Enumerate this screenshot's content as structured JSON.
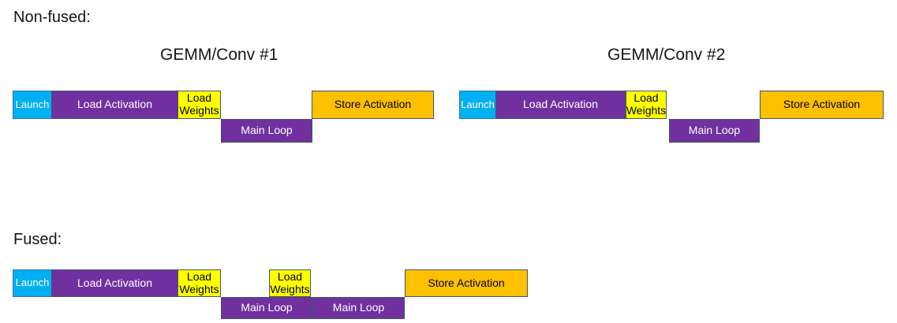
{
  "sections": {
    "nonfused": {
      "title": "Non-fused:"
    },
    "fused": {
      "title": "Fused:"
    }
  },
  "headings": {
    "gemm1": "GEMM/Conv #1",
    "gemm2": "GEMM/Conv #2"
  },
  "blocks": {
    "launch": "Launch",
    "load_activation": "Load Activation",
    "load_weights": "Load Weights",
    "main_loop": "Main Loop",
    "store_activation": "Store Activation"
  },
  "colors": {
    "launch_fill": "#00B0F0",
    "launch_outline": "#2E75B6",
    "purple_fill": "#7030A0",
    "weights_fill": "#FFFF00",
    "store_fill": "#FFC000",
    "outline": "#44546A",
    "text_on_dark": "#FFFFFF",
    "text_on_light": "#000000",
    "background": "#FFFFFF"
  }
}
